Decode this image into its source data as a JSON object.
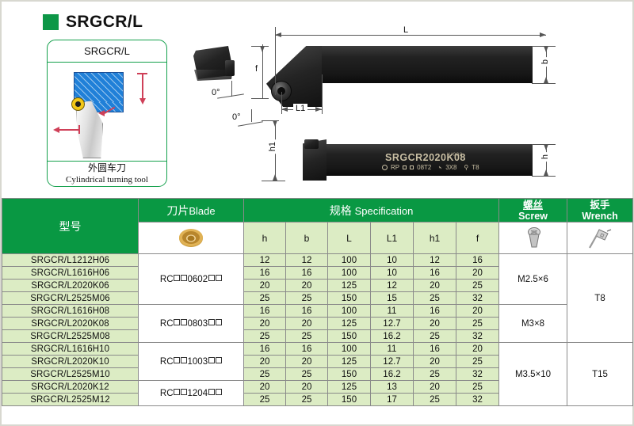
{
  "header": {
    "title": "SRGCR/L",
    "swatch_color": "#0d9747"
  },
  "product_card": {
    "title": "SRGCR/L",
    "caption_cn": "外圆车刀",
    "caption_en": "Cylindrical turning tool",
    "border_color": "#14a04c",
    "figure": {
      "workpiece_color": "#2080d8",
      "holder_color": "#d6d6d6",
      "insert_color": "#f2c818",
      "arrow_color": "#cf4058"
    }
  },
  "technical_drawing": {
    "dimensions": {
      "L": "L",
      "L1": "L1",
      "b": "b",
      "h": "h",
      "h1": "h1",
      "f": "f"
    },
    "angles": {
      "top": "0°",
      "bottom": "0°"
    },
    "engraving": {
      "model": "SRGCR2020K08",
      "insert_code": "RP",
      "insert_code_suffix": "08T2",
      "screw": "3X8",
      "wrench": "T8",
      "batch": "IU908"
    }
  },
  "table": {
    "headers": {
      "model_cn": "型号",
      "blade_cn": "刀片",
      "blade_en": "Blade",
      "spec_cn": "规格",
      "spec_en": "Specification",
      "screw_cn": "螺丝",
      "screw_en": "Screw",
      "wrench_cn": "扳手",
      "wrench_en": "Wrench",
      "sub": [
        "h",
        "b",
        "L",
        "L1",
        "h1",
        "f"
      ]
    },
    "rows": [
      {
        "model": "SRGCR/L1212H06",
        "h": "12",
        "b": "12",
        "L": "100",
        "L1": "10",
        "h1": "12",
        "f": "16"
      },
      {
        "model": "SRGCR/L1616H06",
        "h": "16",
        "b": "16",
        "L": "100",
        "L1": "10",
        "h1": "16",
        "f": "20"
      },
      {
        "model": "SRGCR/L2020K06",
        "h": "20",
        "b": "20",
        "L": "125",
        "L1": "12",
        "h1": "20",
        "f": "25"
      },
      {
        "model": "SRGCR/L2525M06",
        "h": "25",
        "b": "25",
        "L": "150",
        "L1": "15",
        "h1": "25",
        "f": "32"
      },
      {
        "model": "SRGCR/L1616H08",
        "h": "16",
        "b": "16",
        "L": "100",
        "L1": "11",
        "h1": "16",
        "f": "20"
      },
      {
        "model": "SRGCR/L2020K08",
        "h": "20",
        "b": "20",
        "L": "125",
        "L1": "12.7",
        "h1": "20",
        "f": "25"
      },
      {
        "model": "SRGCR/L2525M08",
        "h": "25",
        "b": "25",
        "L": "150",
        "L1": "16.2",
        "h1": "25",
        "f": "32"
      },
      {
        "model": "SRGCR/L1616H10",
        "h": "16",
        "b": "16",
        "L": "100",
        "L1": "11",
        "h1": "16",
        "f": "20"
      },
      {
        "model": "SRGCR/L2020K10",
        "h": "20",
        "b": "20",
        "L": "125",
        "L1": "12.7",
        "h1": "20",
        "f": "25"
      },
      {
        "model": "SRGCR/L2525M10",
        "h": "25",
        "b": "25",
        "L": "150",
        "L1": "16.2",
        "h1": "25",
        "f": "32"
      },
      {
        "model": "SRGCR/L2020K12",
        "h": "20",
        "b": "20",
        "L": "125",
        "L1": "13",
        "h1": "20",
        "f": "25"
      },
      {
        "model": "SRGCR/L2525M12",
        "h": "25",
        "b": "25",
        "L": "150",
        "L1": "17",
        "h1": "25",
        "f": "32"
      }
    ],
    "blade_groups": [
      {
        "prefix": "RC",
        "code": "0602",
        "rowspan": 4
      },
      {
        "prefix": "RC",
        "code": "0803",
        "rowspan": 3
      },
      {
        "prefix": "RC",
        "code": "1003",
        "rowspan": 3
      },
      {
        "prefix": "RC",
        "code": "1204",
        "rowspan": 2
      }
    ],
    "screw_groups": [
      {
        "label": "M2.5×6",
        "rowspan": 4
      },
      {
        "label": "M3×8",
        "rowspan": 3
      },
      {
        "label": "M3.5×10",
        "rowspan": 5
      }
    ],
    "wrench_groups": [
      {
        "label": "T8",
        "rowspan": 7
      },
      {
        "label": "T15",
        "rowspan": 5
      }
    ],
    "colors": {
      "header_green": "#099843",
      "row_green": "#dcecc4",
      "border": "#8a8a8a"
    }
  }
}
